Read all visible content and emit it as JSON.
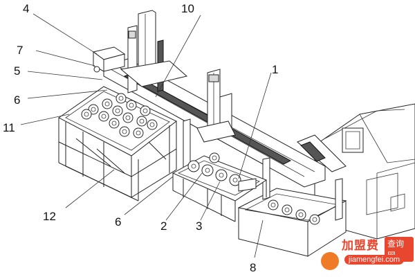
{
  "labels": {
    "n1": "1",
    "n2": "2",
    "n3": "3",
    "n4": "4",
    "n5": "5",
    "n6a": "6",
    "n6b": "6",
    "n7": "7",
    "n8": "8",
    "n10": "10",
    "n11": "11",
    "n12": "12"
  },
  "watermark": {
    "brand": "加盟费",
    "tag": "查询网",
    "url": "jiamengfei.com"
  }
}
